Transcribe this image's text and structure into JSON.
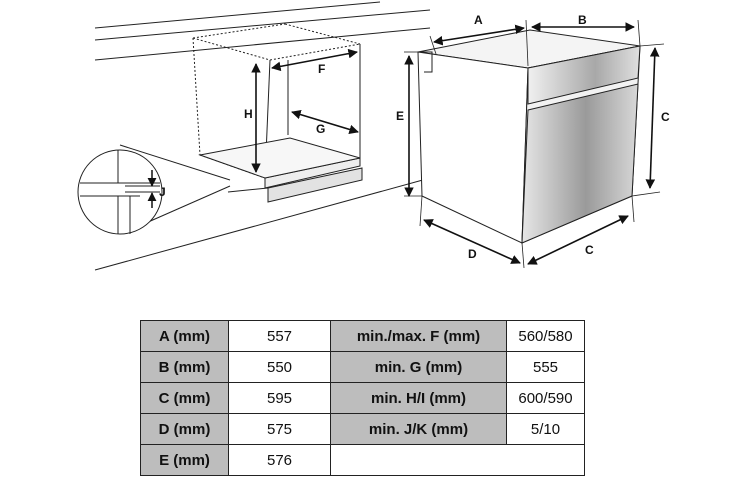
{
  "diagram": {
    "labels": {
      "a": "A",
      "b": "B",
      "c_side": "C",
      "c_bottom": "C",
      "d": "D",
      "e": "E",
      "f": "F",
      "g": "G",
      "h": "H",
      "j": "J"
    },
    "line_color": "#222222",
    "front_gradient": [
      "#e6e6e6",
      "#9a9a9a",
      "#d8d8d8"
    ]
  },
  "table": {
    "rows": [
      {
        "label_left": "A (mm)",
        "value_left": "557",
        "label_right": "min./max. F (mm)",
        "value_right": "560/580"
      },
      {
        "label_left": "B (mm)",
        "value_left": "550",
        "label_right": "min. G (mm)",
        "value_right": "555"
      },
      {
        "label_left": "C (mm)",
        "value_left": "595",
        "label_right": "min. H/I (mm)",
        "value_right": "600/590"
      },
      {
        "label_left": "D (mm)",
        "value_left": "575",
        "label_right": "min. J/K (mm)",
        "value_right": "5/10"
      },
      {
        "label_left": "E (mm)",
        "value_left": "576"
      }
    ],
    "label_bg": "#bdbdbd"
  }
}
